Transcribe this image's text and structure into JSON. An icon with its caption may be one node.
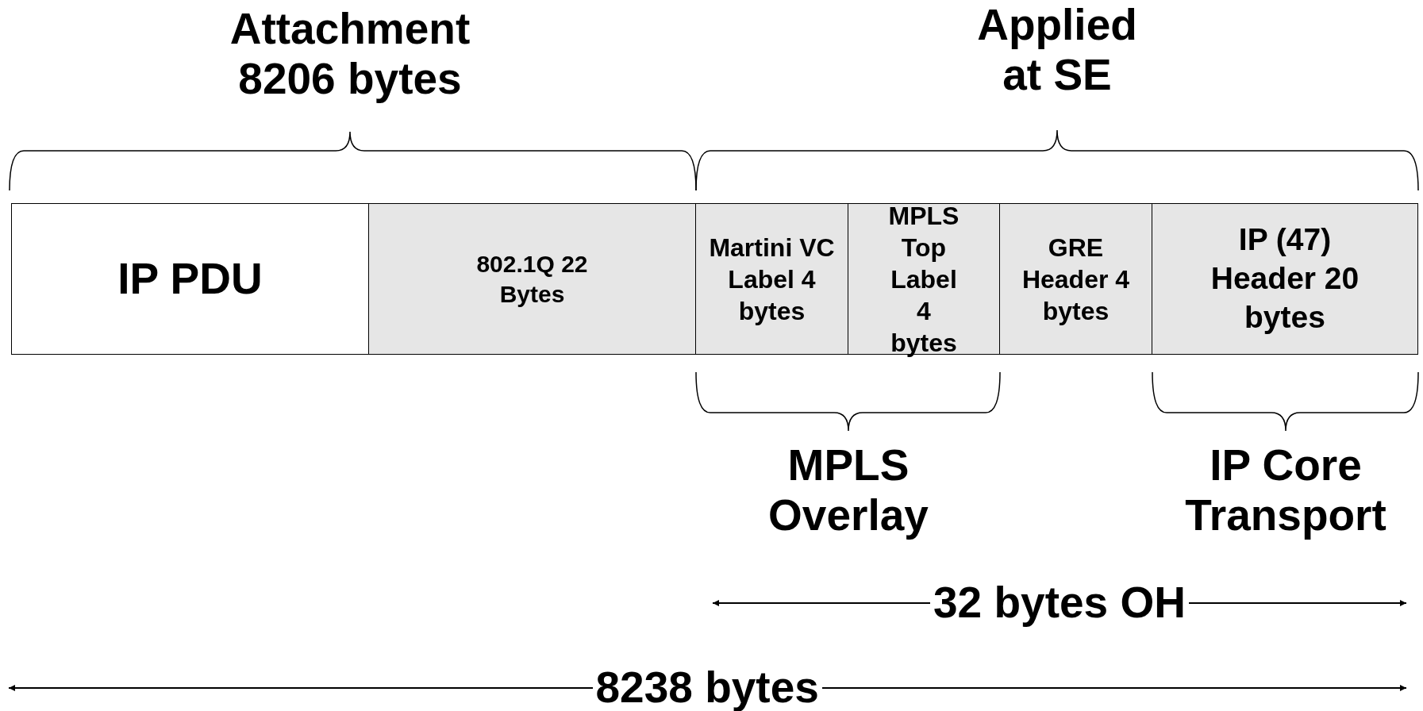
{
  "diagram": {
    "nodes": [
      {
        "text": [
          "IP PDU"
        ]
      },
      {
        "text": [
          "802.1Q 22 Bytes"
        ]
      },
      {
        "text": [
          "Martini VC Label 4 bytes"
        ]
      },
      {
        "text": [
          "MPLS Top Label 4 bytes"
        ]
      },
      {
        "text": [
          "GRE Header 4 bytes"
        ]
      },
      {
        "text": [
          "IP (47) Header 20 bytes"
        ]
      }
    ],
    "edges": [],
    "labels": [
      "Attachment 8206 bytes",
      "Applied at SE",
      "MPLS Overlay",
      "IP Core Transport",
      "32 bytes OH",
      "8238 bytes"
    ]
  }
}
